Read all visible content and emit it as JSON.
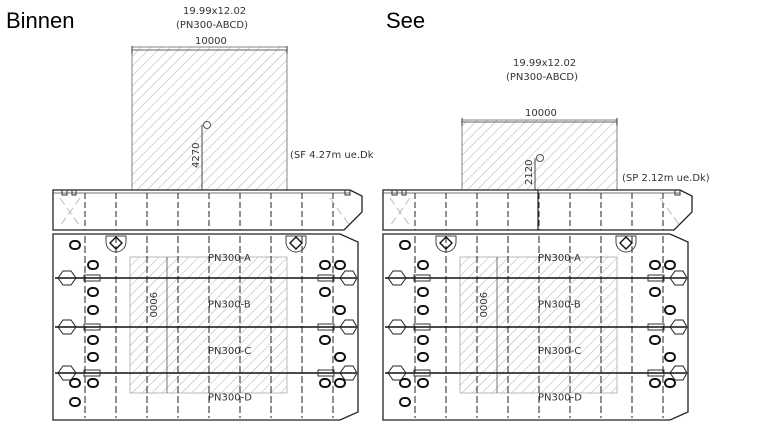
{
  "panels": [
    {
      "title": "Binnen",
      "size_label": "19.99x12.02",
      "code_label": "(PN300-ABCD)",
      "width_dim": "10000",
      "height_dim": "4270",
      "cg_note": "(SF 4.27m ue.Dk",
      "plan_dim": "9000",
      "rows": [
        "PN300-A",
        "PN300-B",
        "PN300-C",
        "PN300-D"
      ]
    },
    {
      "title": "See",
      "size_label": "19.99x12.02",
      "code_label": "(PN300-ABCD)",
      "width_dim": "10000",
      "height_dim": "2120",
      "cg_note": "(SP 2.12m ue.Dk)",
      "plan_dim": "9000",
      "rows": [
        "PN300-A",
        "PN300-B",
        "PN300-C",
        "PN300-D"
      ]
    }
  ]
}
